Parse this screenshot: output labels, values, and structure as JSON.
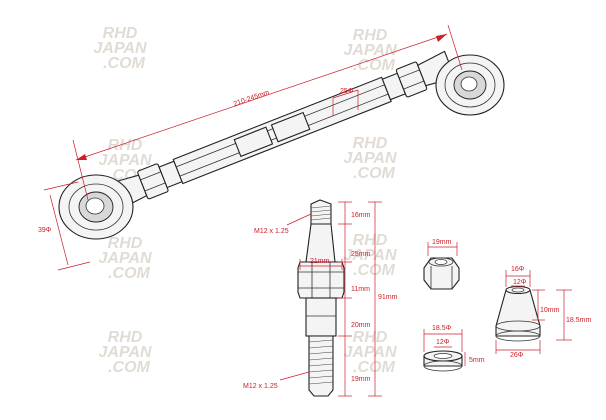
{
  "watermark": {
    "line1": "RHD",
    "line2": "JAPAN",
    "line3": ".COM",
    "color": "#c9bfb0"
  },
  "accent_color": "#cc1f2a",
  "rod_assembly": {
    "length_label": "210-245mm",
    "tube_diameter_label": "25Φ",
    "eye_diameter_label": "39Φ"
  },
  "stud": {
    "top_thread_label": "M12 x 1.25",
    "bottom_thread_label": "M12 x 1.25",
    "top_thread_length": "16mm",
    "upper_shank_length": "25mm",
    "hex_width": "21mm",
    "hex_height": "11mm",
    "total_length": "91mm",
    "lower_shank_length": "20mm",
    "bottom_thread_length": "19mm"
  },
  "nut": {
    "width_label": "19mm"
  },
  "washer": {
    "outer_diameter": "18.5Φ",
    "inner_diameter": "12Φ",
    "thickness": "5mm"
  },
  "spacer": {
    "top_outer_diameter": "16Φ",
    "inner_diameter": "12Φ",
    "top_height": "10mm",
    "total_height": "18.5mm",
    "base_diameter": "26Φ"
  }
}
